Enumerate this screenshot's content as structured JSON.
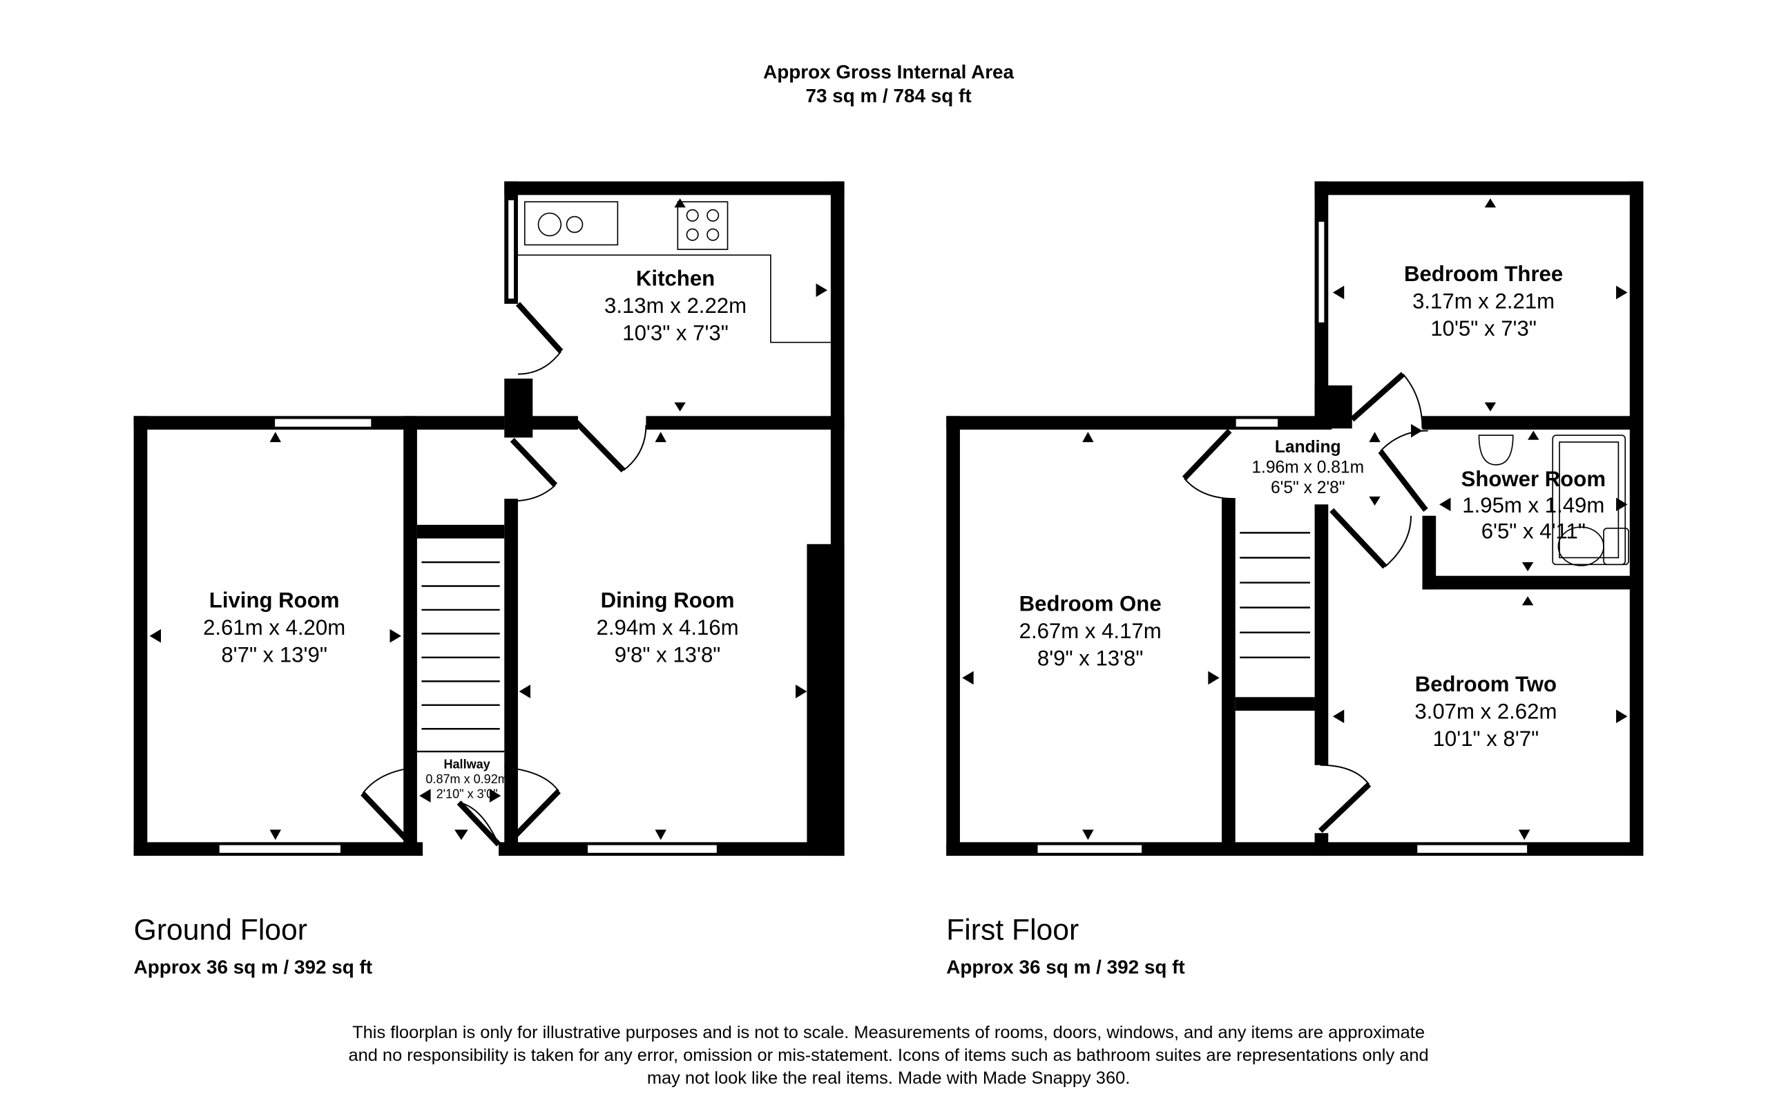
{
  "header": {
    "title": "Approx Gross Internal Area",
    "area": "73 sq m / 784 sq ft"
  },
  "ground_floor": {
    "name": "Ground Floor",
    "area": "Approx 36 sq m / 392 sq ft",
    "rooms": [
      {
        "name": "Kitchen",
        "metric": "3.13m x 2.22m",
        "imperial": "10'3\" x 7'3\""
      },
      {
        "name": "Living Room",
        "metric": "2.61m x 4.20m",
        "imperial": "8'7\" x 13'9\""
      },
      {
        "name": "Dining Room",
        "metric": "2.94m x 4.16m",
        "imperial": "9'8\" x 13'8\""
      },
      {
        "name": "Hallway",
        "metric": "0.87m x 0.92m",
        "imperial": "2'10\" x 3'0\""
      }
    ]
  },
  "first_floor": {
    "name": "First Floor",
    "area": "Approx 36 sq m / 392 sq ft",
    "rooms": [
      {
        "name": "Bedroom Three",
        "metric": "3.17m x 2.21m",
        "imperial": "10'5\" x 7'3\""
      },
      {
        "name": "Landing",
        "metric": "1.96m x 0.81m",
        "imperial": "6'5\" x 2'8\""
      },
      {
        "name": "Shower Room",
        "metric": "1.95m x 1.49m",
        "imperial": "6'5\" x 4'11\""
      },
      {
        "name": "Bedroom One",
        "metric": "2.67m x 4.17m",
        "imperial": "8'9\" x 13'8\""
      },
      {
        "name": "Bedroom Two",
        "metric": "3.07m x 2.62m",
        "imperial": "10'1\" x 8'7\""
      }
    ]
  },
  "disclaimer": [
    "This floorplan is only for illustrative purposes and is not to scale. Measurements of rooms, doors, windows, and any items are approximate",
    "and no responsibility is taken for any error, omission or mis-statement. Icons of items such as bathroom suites are representations only and",
    "may not look like the real items. Made with Made Snappy 360."
  ]
}
